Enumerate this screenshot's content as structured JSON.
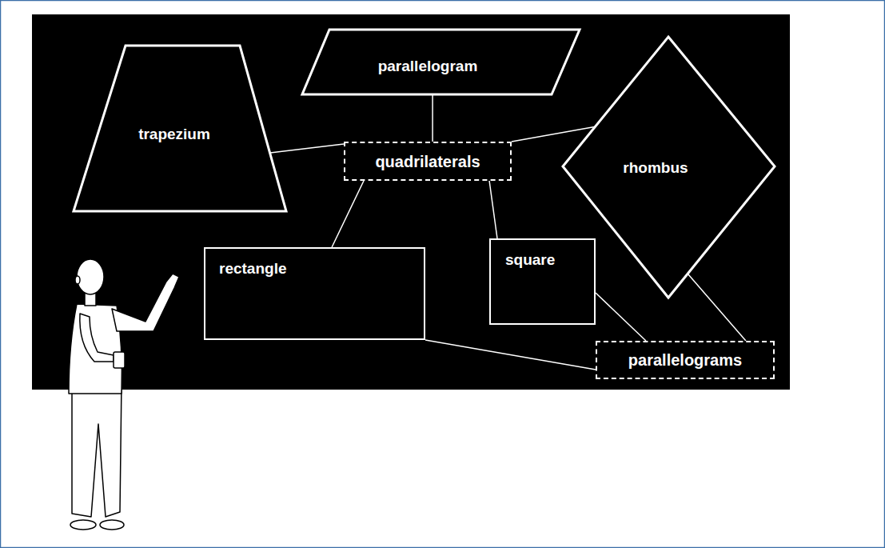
{
  "diagram": {
    "nodes": [
      {
        "text": [
          "parallelogram"
        ]
      },
      {
        "text": [
          "trapezium"
        ]
      },
      {
        "text": [
          "quadrilaterals"
        ]
      },
      {
        "text": [
          "rhombus"
        ]
      },
      {
        "text": [
          "rectangle"
        ]
      },
      {
        "text": [
          "square"
        ]
      },
      {
        "text": [
          "parallelograms"
        ]
      }
    ],
    "edges": [
      {
        "from": 0,
        "to": 2,
        "arrow": "none"
      },
      {
        "from": 1,
        "to": 2,
        "arrow": "none"
      },
      {
        "from": 3,
        "to": 2,
        "arrow": "none"
      },
      {
        "from": 4,
        "to": 2,
        "arrow": "none"
      },
      {
        "from": 5,
        "to": 2,
        "arrow": "none"
      },
      {
        "from": 4,
        "to": 6,
        "arrow": "none"
      },
      {
        "from": 5,
        "to": 6,
        "arrow": "none"
      },
      {
        "from": 3,
        "to": 6,
        "arrow": "none"
      }
    ]
  }
}
